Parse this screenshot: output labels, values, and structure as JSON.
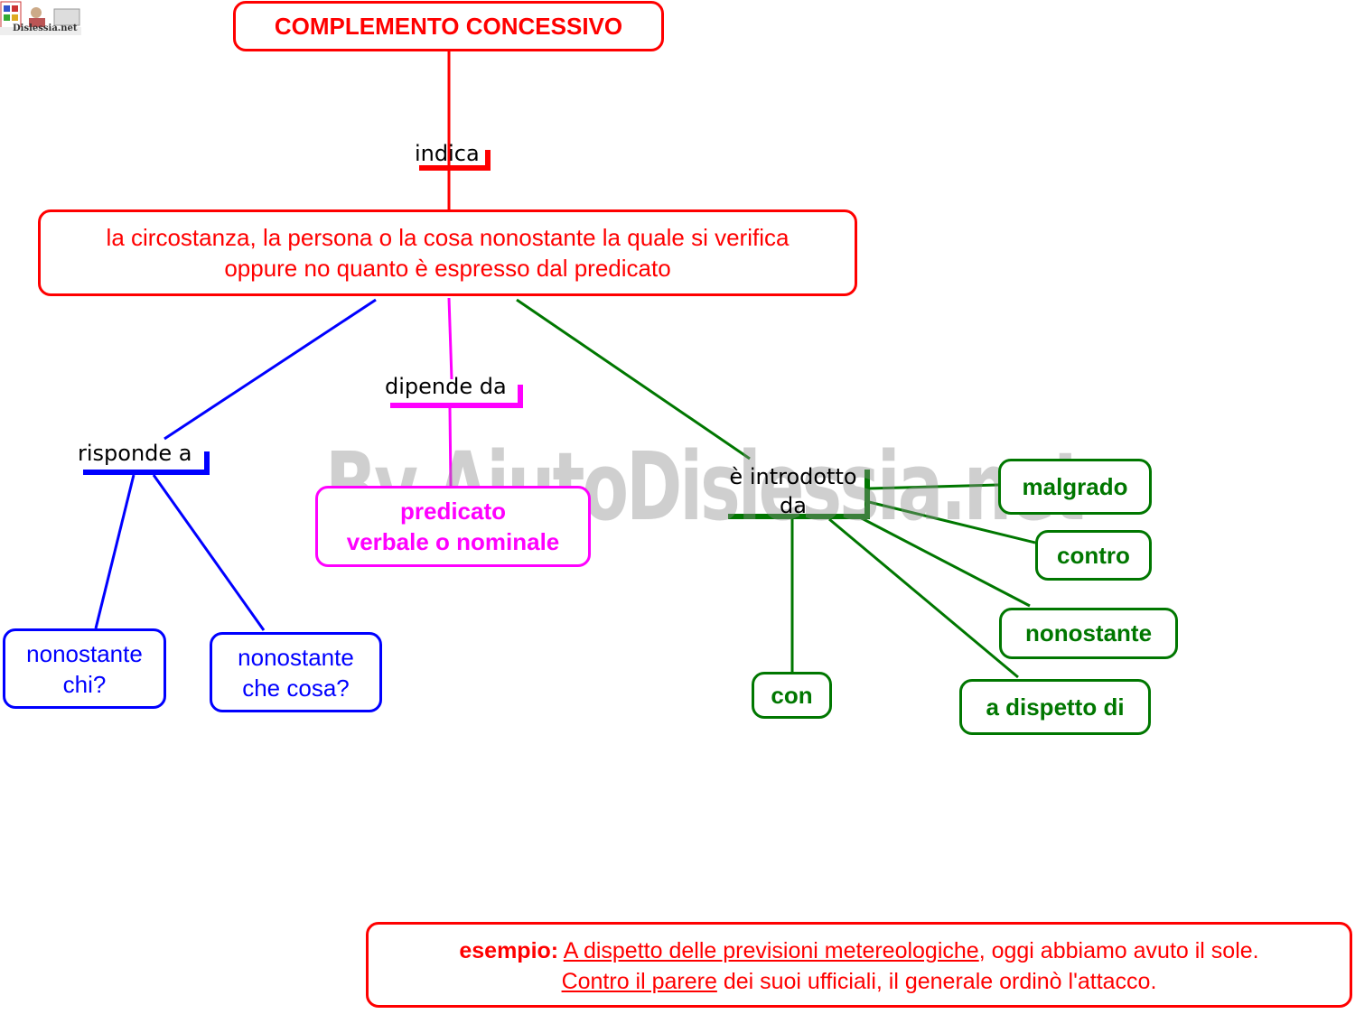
{
  "logo": {
    "text": "Dislessia.net"
  },
  "watermark": "By AiutoDislessia.net",
  "title": "COMPLEMENTO CONCESSIVO",
  "links": {
    "indica": "indica",
    "risponde": "risponde a",
    "dipende": "dipende da",
    "introdotto_1": "è introdotto",
    "introdotto_2": "da"
  },
  "definition": {
    "line1": "la circostanza, la persona o la cosa nonostante la quale si verifica",
    "line2": "oppure no quanto è espresso dal predicato"
  },
  "questions": [
    {
      "line1": "nonostante",
      "line2": "chi?"
    },
    {
      "line1": "nonostante",
      "line2": "che cosa?"
    }
  ],
  "predicate": {
    "line1": "predicato",
    "line2": "verbale o nominale"
  },
  "introducers": [
    "malgrado",
    "contro",
    "nonostante",
    "a dispetto di",
    "con"
  ],
  "example": {
    "label": "esempio:",
    "s1_underlined": "A dispetto delle previsioni metereologiche",
    "s1_rest": ", oggi abbiamo avuto il sole.",
    "s2_underlined": "Contro il parere",
    "s2_rest": " dei suoi ufficiali, il generale ordinò l'attacco."
  },
  "colors": {
    "red": "#ff0000",
    "blue": "#0000ff",
    "magenta": "#ff00ff",
    "green": "#007700"
  }
}
